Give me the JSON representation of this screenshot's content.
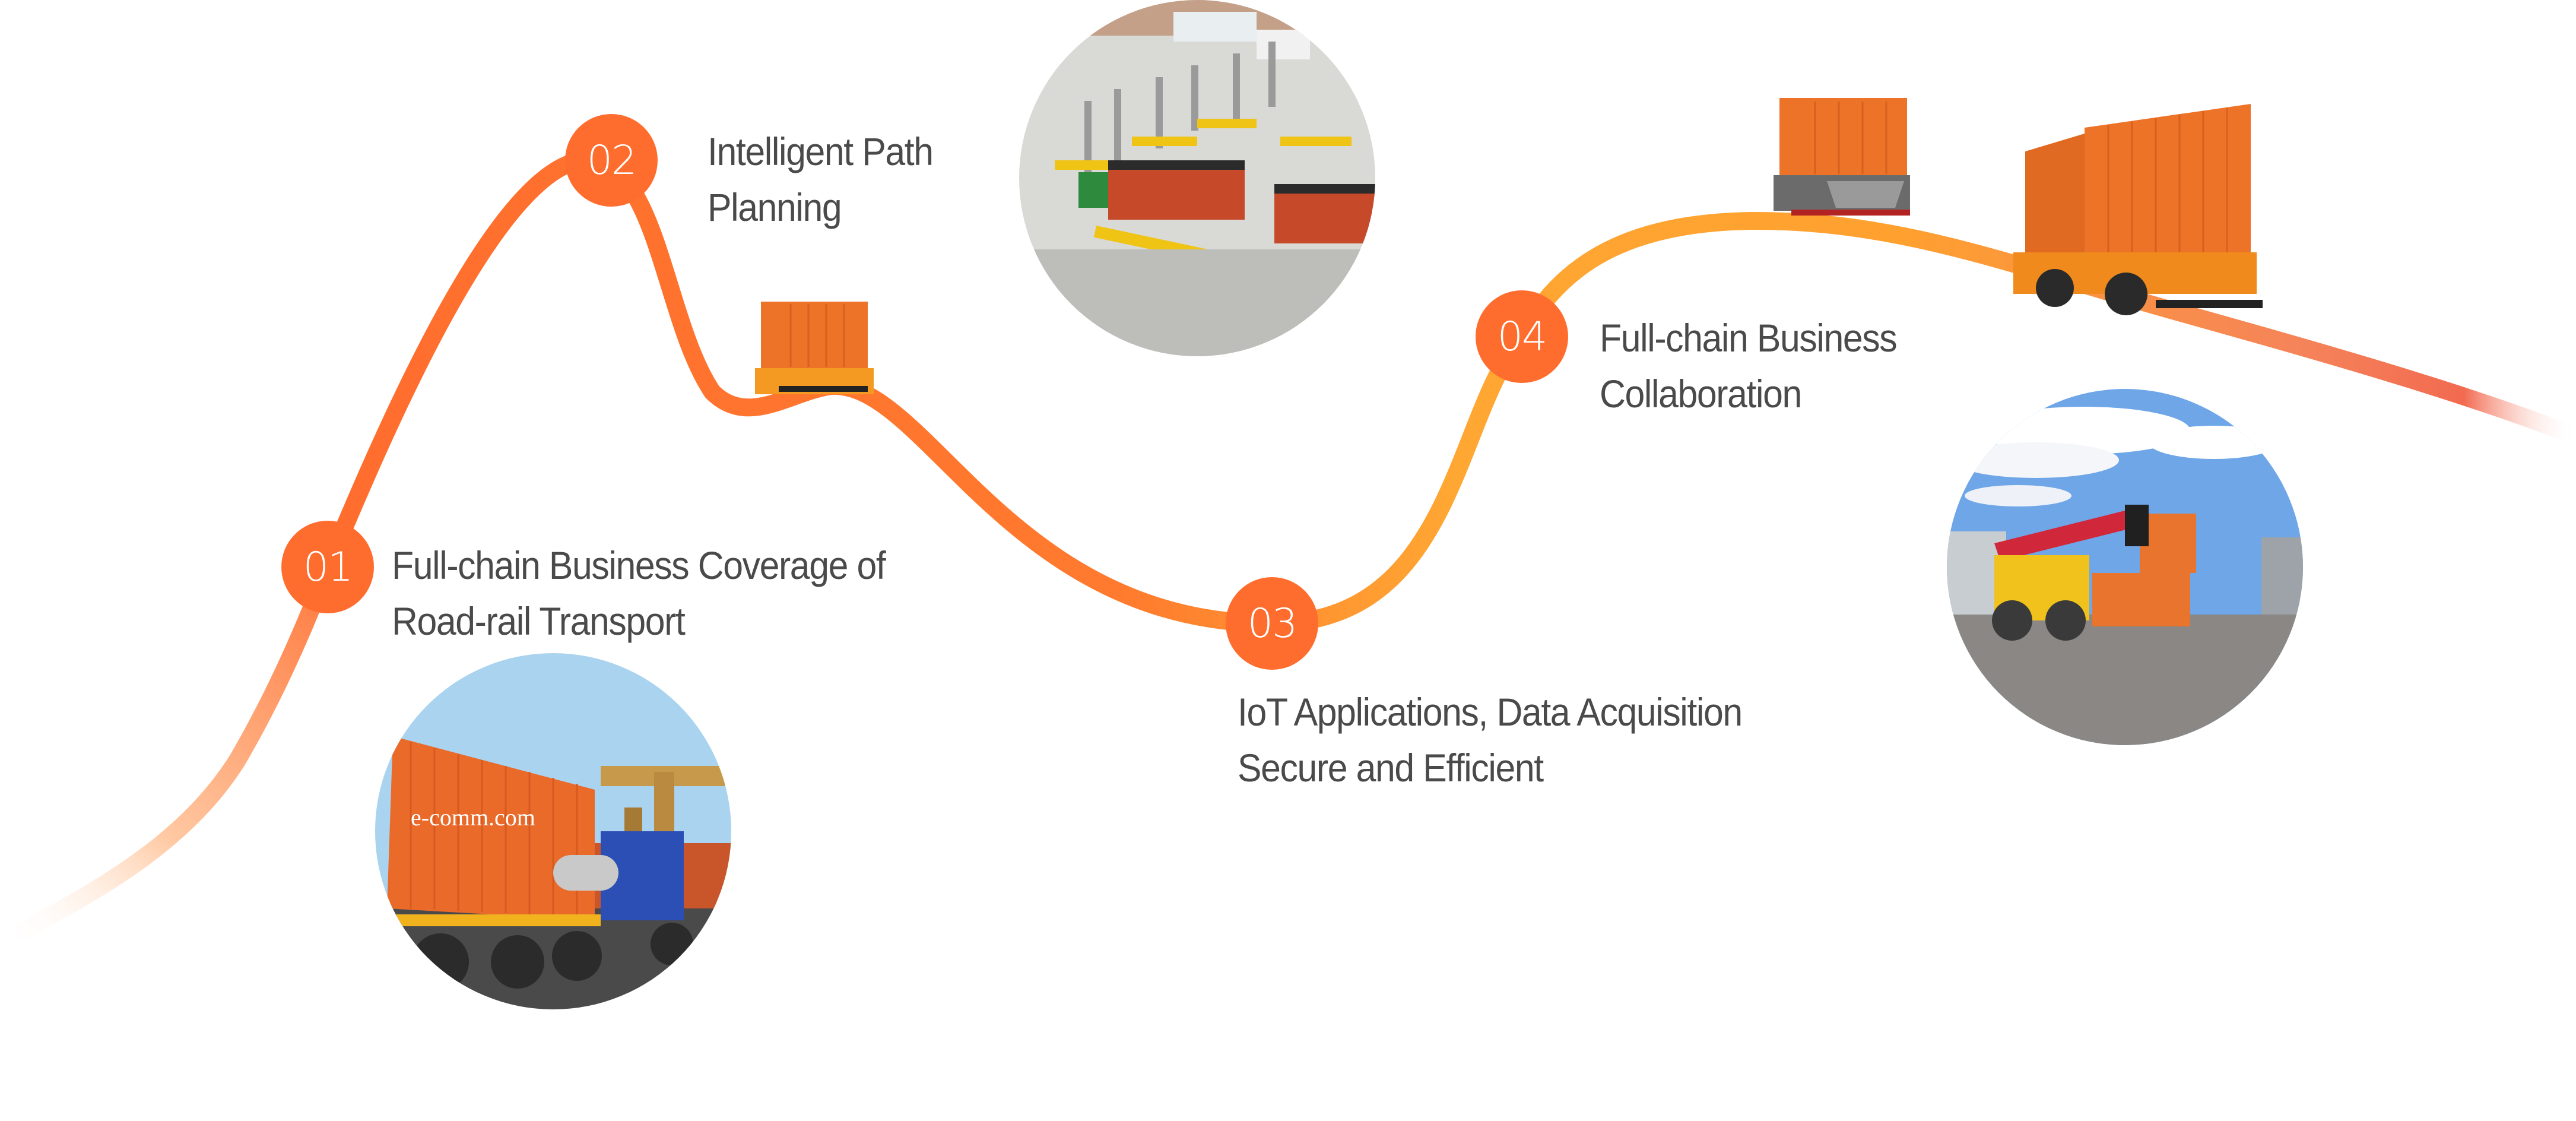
{
  "diagram": {
    "title": "Road-rail logistics capability path",
    "accent_color": "#FF6D2E",
    "path_colors": {
      "start": "#FF6D2E",
      "mid": "#FFA733",
      "end": "#F26A50"
    },
    "text_color": "#4A4A4A",
    "steps": [
      {
        "number": "01",
        "line1": "Full-chain Business Coverage of",
        "line2": "Road-rail Transport",
        "photo": "container-truck-and-gantry-crane"
      },
      {
        "number": "02",
        "line1": "Intelligent Path",
        "line2": "Planning",
        "photo": "aerial-truck-weigh-station"
      },
      {
        "number": "03",
        "line1": "IoT Applications, Data Acquisition",
        "line2": "Secure and Efficient",
        "photo": null
      },
      {
        "number": "04",
        "line1": "Full-chain Business",
        "line2": "Collaboration",
        "photo": "reach-stacker-with-containers"
      }
    ],
    "photos": {
      "c1": {
        "caption": "e-comm.com",
        "alt": "orange container truck with gantry crane"
      },
      "c2": {
        "alt": "aerial view of container trucks at weigh station"
      },
      "c4": {
        "alt": "reach stacker lifting orange container"
      }
    },
    "vehicles": [
      "agv-small",
      "agv-gray",
      "agv-large-double"
    ]
  }
}
